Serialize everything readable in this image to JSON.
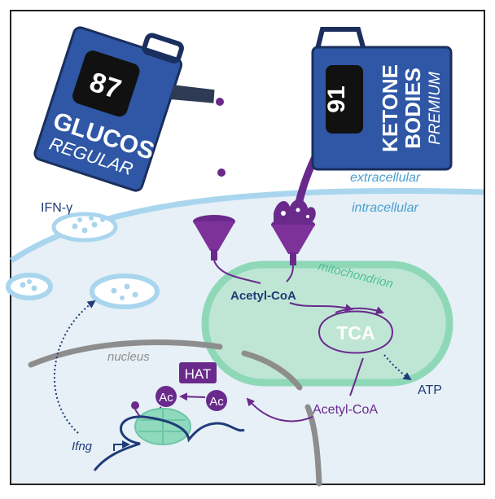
{
  "cans": {
    "glucose": {
      "number": "87",
      "name": "GLUCOSE",
      "grade": "REGULAR"
    },
    "ketone": {
      "number": "91",
      "name_line1": "KETONE",
      "name_line2": "BODIES",
      "grade": "PREMIUM"
    }
  },
  "labels": {
    "extracellular": "extracellular",
    "intracellular": "intracellular",
    "ifn_gamma": "IFN-γ",
    "mitochondrion": "mitochondrion",
    "acetyl_coa_mito": "Acetyl-CoA",
    "tca": "TCA",
    "atp": "ATP",
    "acetyl_coa_cyto": "Acetyl-CoA",
    "nucleus": "nucleus",
    "hat": "HAT",
    "ac1": "Ac",
    "ac2": "Ac",
    "ifng_gene": "Ifng"
  },
  "colors": {
    "can_blue": "#2f57a5",
    "can_dark": "#1f3c78",
    "purple": "#6a2a8c",
    "purple_light": "#8e44ad",
    "membrane": "#a9d6ee",
    "cell_bg": "#e6f0f6",
    "mito_fill": "#bfe6d5",
    "mito_border": "#8ed8b8",
    "mito_text": "#4fbf94",
    "nucleus_line": "#8d8d8d",
    "histone": "#8fd9be",
    "dna": "#1f3c78",
    "text_blue": "#1f3c78",
    "label_blue": "#4a9fd0"
  }
}
